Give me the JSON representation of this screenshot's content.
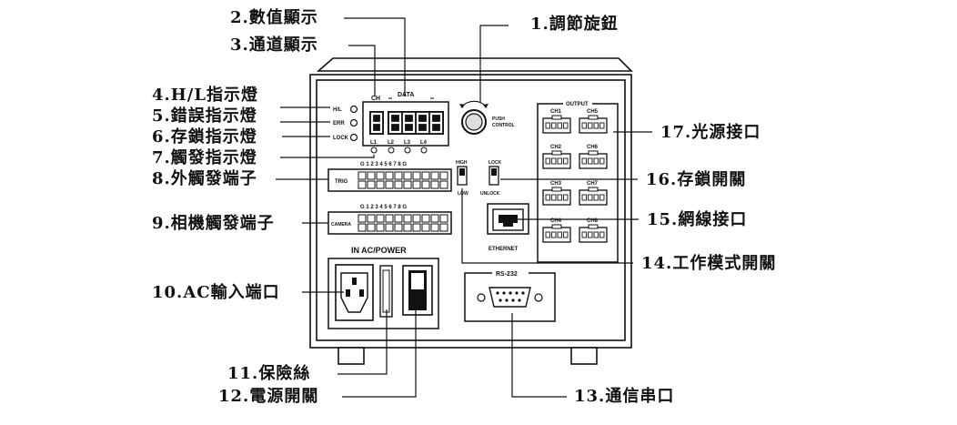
{
  "callouts": {
    "c1": "1.調節旋鈕",
    "c2": "2.數值顯示",
    "c3": "3.通道顯示",
    "c4": "4.H/L指示燈",
    "c5": "5.錯誤指示燈",
    "c6": "6.存鎖指示燈",
    "c7": "7.觸發指示燈",
    "c8": "8.外觸發端子",
    "c9": "9.相機觸發端子",
    "c10": "10.AC輸入端口",
    "c11": "11.保險絲",
    "c12": "12.電源開關",
    "c13": "13.通信串口",
    "c14": "14.工作模式開關",
    "c15": "15.網線接口",
    "c16": "16.存鎖開關",
    "c17": "17.光源接口"
  },
  "panel": {
    "ch": "CH",
    "data": "DATA",
    "hl": "H/L",
    "err": "ERR",
    "lock_led": "LOCK",
    "push1": "PUSH",
    "push2": "CONTROL",
    "l1": "L1",
    "l2": "L2",
    "l3": "L3",
    "l4": "L4",
    "trig": "TRIG",
    "camera": "CAMERA",
    "trig_nums": "G 1 2 3 4 5 6 7 8 G",
    "cam_nums": "G 1 2 3 4 5 6 7 8 G",
    "ac_power": "IN  AC/POWER",
    "rs232": "RS-232",
    "ethernet": "ETHERNET",
    "high": "HIGH",
    "low": "LOW",
    "lock_sw": "LOCK",
    "unlock": "UNLOCK",
    "output": "OUTPUT",
    "channels": [
      "CH1",
      "CH5",
      "CH2",
      "CH6",
      "CH3",
      "CH7",
      "CH4",
      "CH8"
    ]
  }
}
